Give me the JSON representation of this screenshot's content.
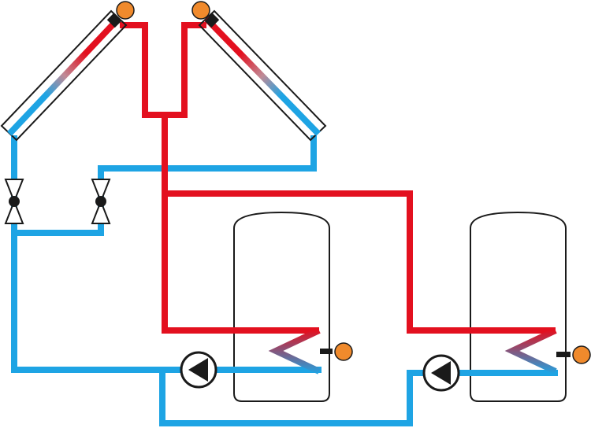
{
  "colors": {
    "hot_pipe": "#e3101f",
    "cold_pipe": "#1ea4e4",
    "sensor": "#f08a2c",
    "outline": "#1a1a1a",
    "background": "#ffffff"
  },
  "diagram": {
    "components": [
      {
        "name": "solar-collector-left",
        "icon": "solar-collector-panel"
      },
      {
        "name": "solar-collector-right",
        "icon": "solar-collector-panel"
      },
      {
        "name": "storage-tank-1",
        "icon": "storage-tank"
      },
      {
        "name": "storage-tank-2",
        "icon": "storage-tank"
      },
      {
        "name": "pump-1",
        "icon": "circulation-pump-icon"
      },
      {
        "name": "pump-2",
        "icon": "circulation-pump-icon"
      },
      {
        "name": "valve-left",
        "icon": "valve-icon"
      },
      {
        "name": "valve-right",
        "icon": "valve-icon"
      },
      {
        "name": "temperature-sensors",
        "icon": "temperature-sensor-icon",
        "count": 4
      }
    ]
  }
}
